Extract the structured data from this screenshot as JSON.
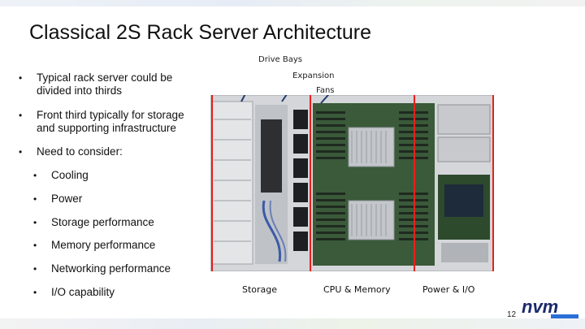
{
  "slide": {
    "title": "Classical 2S Rack Server Architecture",
    "page_number": "12",
    "logo_text": "nvm",
    "bullets": [
      "Typical rack server could be divided into thirds",
      "Front third typically for storage and supporting infrastructure",
      "Need to consider:"
    ],
    "sub_bullets": [
      "Cooling",
      "Power",
      "Storage performance",
      "Memory performance",
      "Networking performance",
      "I/O capability"
    ],
    "bullet_char": "•"
  },
  "figure": {
    "callouts": {
      "drive_bays": "Drive Bays",
      "expansion_fans": "Expansion\nFans"
    },
    "sections": {
      "storage": "Storage",
      "cpu_memory": "CPU & Memory",
      "power_io": "Power & I/O"
    },
    "colors": {
      "divider": "#e8201c",
      "arrow": "#1f3c6e",
      "chassis": "#c9ccd0",
      "board": "#2f5d2f",
      "dimm": "#2e3a2e",
      "heatsink": "#b7bbbf",
      "logo": "#1b2a6b"
    }
  }
}
